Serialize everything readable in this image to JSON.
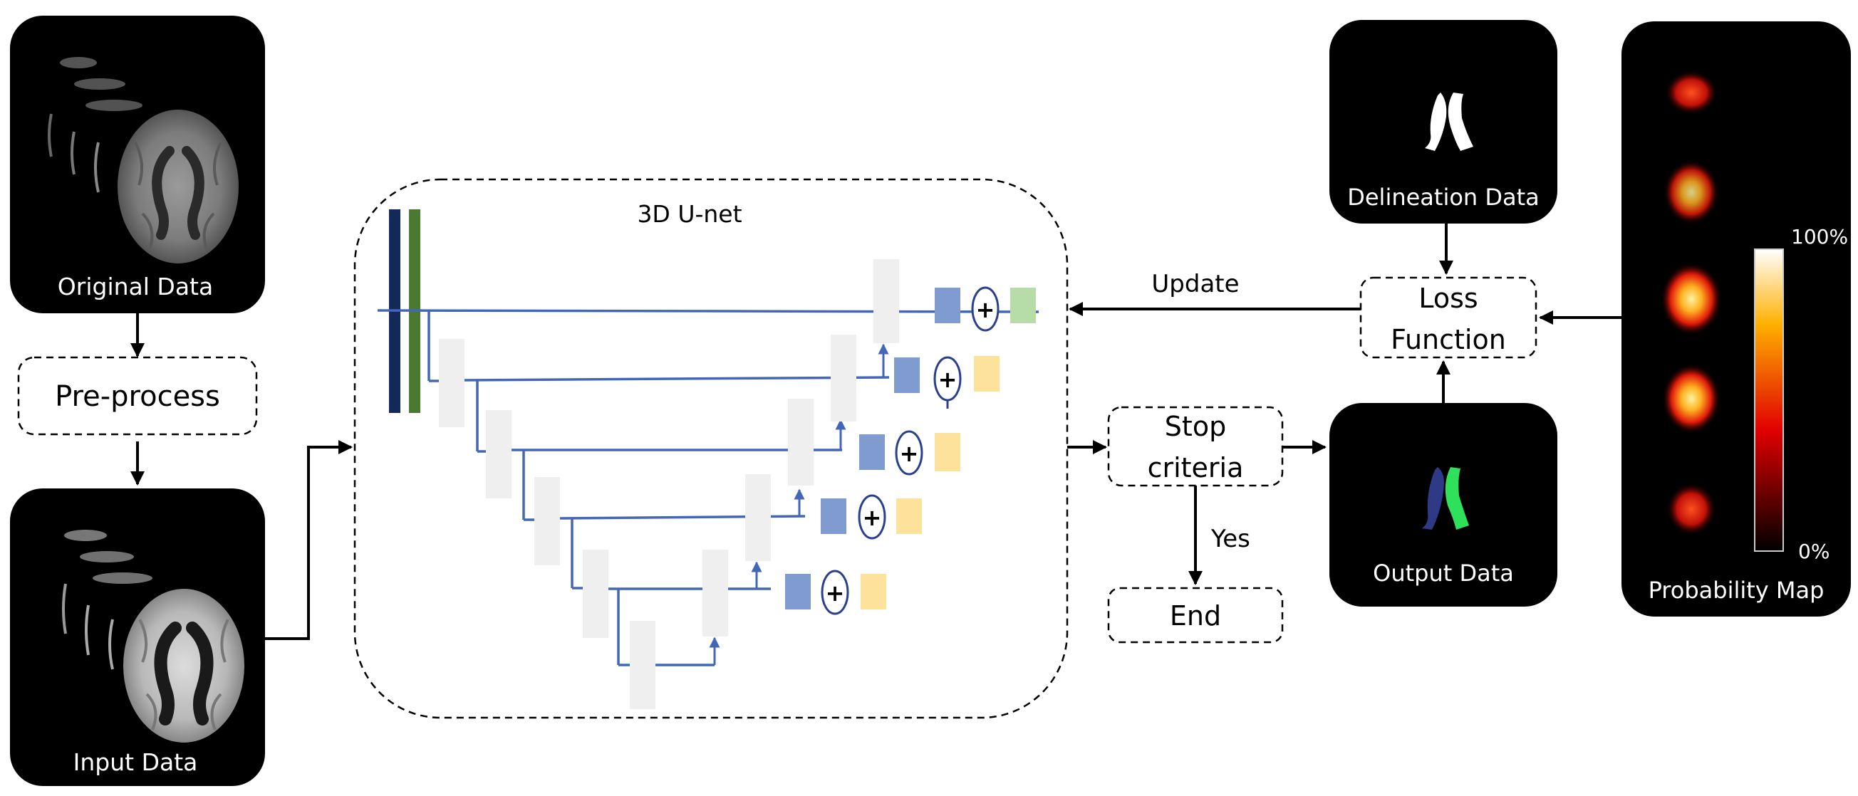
{
  "panels": {
    "original": "Original Data",
    "input": "Input Data",
    "delineation": "Delineation Data",
    "output": "Output Data",
    "probability": "Probability Map"
  },
  "steps": {
    "preprocess": "Pre-process",
    "unet_title": "3D U-net",
    "loss_line1": "Loss",
    "loss_line2": "Function",
    "stop_line1": "Stop",
    "stop_line2": "criteria",
    "end": "End"
  },
  "edges": {
    "update": "Update",
    "yes": "Yes"
  },
  "colorbar": {
    "max_label": "100%",
    "min_label": "0%"
  },
  "colors": {
    "network_line": "#4466b8",
    "block_gray": "#efefef",
    "block_blue": "#7f9bd0",
    "block_yellow": "#fde29b",
    "block_green": "#b8dca8",
    "bar_navy": "#13295a",
    "bar_green": "#4a7a32",
    "output_left": "#2f3a86",
    "output_right": "#2fe05a"
  }
}
